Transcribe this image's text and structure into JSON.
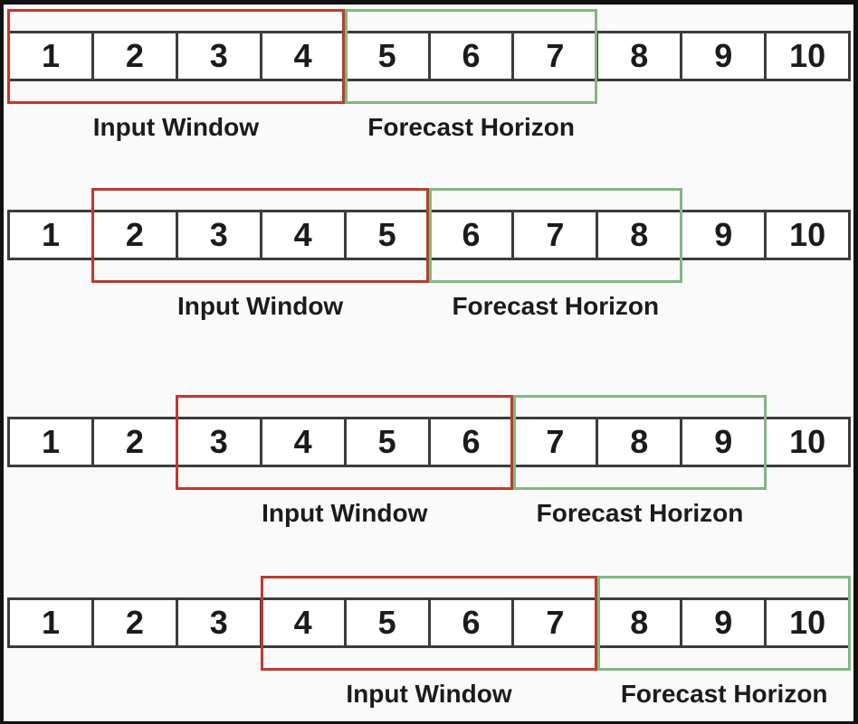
{
  "labels": {
    "input_window": "Input Window",
    "forecast_horizon": "Forecast Horizon"
  },
  "colors": {
    "input_window_border": "#c0392b",
    "forecast_horizon_border": "#82b882",
    "cell_border": "#3c3c3c",
    "frame_border": "#111111",
    "background": "#fafafa",
    "text": "#1b1b1b"
  },
  "rows": [
    {
      "cells": [
        "1",
        "2",
        "3",
        "4",
        "5",
        "6",
        "7",
        "8",
        "9",
        "10"
      ],
      "input_window": {
        "start": 1,
        "end": 4,
        "label": "Input Window"
      },
      "forecast_horizon": {
        "start": 5,
        "end": 7,
        "label": "Forecast Horizon"
      }
    },
    {
      "cells": [
        "1",
        "2",
        "3",
        "4",
        "5",
        "6",
        "7",
        "8",
        "9",
        "10"
      ],
      "input_window": {
        "start": 2,
        "end": 5,
        "label": "Input Window"
      },
      "forecast_horizon": {
        "start": 6,
        "end": 8,
        "label": "Forecast Horizon"
      }
    },
    {
      "cells": [
        "1",
        "2",
        "3",
        "4",
        "5",
        "6",
        "7",
        "8",
        "9",
        "10"
      ],
      "input_window": {
        "start": 3,
        "end": 6,
        "label": "Input Window"
      },
      "forecast_horizon": {
        "start": 7,
        "end": 9,
        "label": "Forecast Horizon"
      }
    },
    {
      "cells": [
        "1",
        "2",
        "3",
        "4",
        "5",
        "6",
        "7",
        "8",
        "9",
        "10"
      ],
      "input_window": {
        "start": 4,
        "end": 7,
        "label": "Input Window"
      },
      "forecast_horizon": {
        "start": 8,
        "end": 10,
        "label": "Forecast Horizon"
      }
    }
  ]
}
